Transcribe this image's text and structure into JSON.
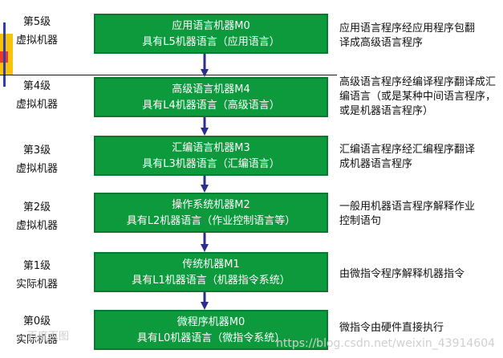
{
  "levels": [
    {
      "level": "第5级",
      "kind": "虚拟机器",
      "machine": "应用语言机器M0",
      "language": "具有L5机器语言（应用语言）",
      "desc": "应用语言程序经应用程序包翻译成高级语言程序"
    },
    {
      "level": "第4级",
      "kind": "虚拟机器",
      "machine": "高级语言机器M4",
      "language": "具有L4机器语言（高级语言）",
      "desc": "高级语言程序经编译程序翻译成汇编语言（或是某种中间语言程序，或是机器语言程序）"
    },
    {
      "level": "第3级",
      "kind": "虚拟机器",
      "machine": "汇编语言机器M3",
      "language": "具有L3机器语言（汇编语言）",
      "desc": "汇编语言程序经汇编程序翻译成机器语言程序"
    },
    {
      "level": "第2级",
      "kind": "虚拟机器",
      "machine": "操作系统机器M2",
      "language": "具有L2机器语言（作业控制语言等）",
      "desc": "一般用机器语言程序解释作业控制语句"
    },
    {
      "level": "第1级",
      "kind": "实际机器",
      "machine": "传统机器M1",
      "language": "具有L1机器语言（机器指令系统）",
      "desc": "由微指令程序解释机器指令"
    },
    {
      "level": "第0级",
      "kind": "实际机器",
      "machine": "微程序机器M0",
      "language": "具有L0机器语言（微指令系统）",
      "desc": "微指令由硬件直接执行"
    }
  ],
  "watermarks": {
    "left": "百度百图",
    "right": "https://blog.csdn.net/weixin_43914604"
  },
  "colors": {
    "box": "#0c9a3c",
    "arrow": "#2b2f8f",
    "deco_yellow": "#f6c20a",
    "deco_red": "#e83b2a",
    "deco_blue": "#3140a8"
  }
}
